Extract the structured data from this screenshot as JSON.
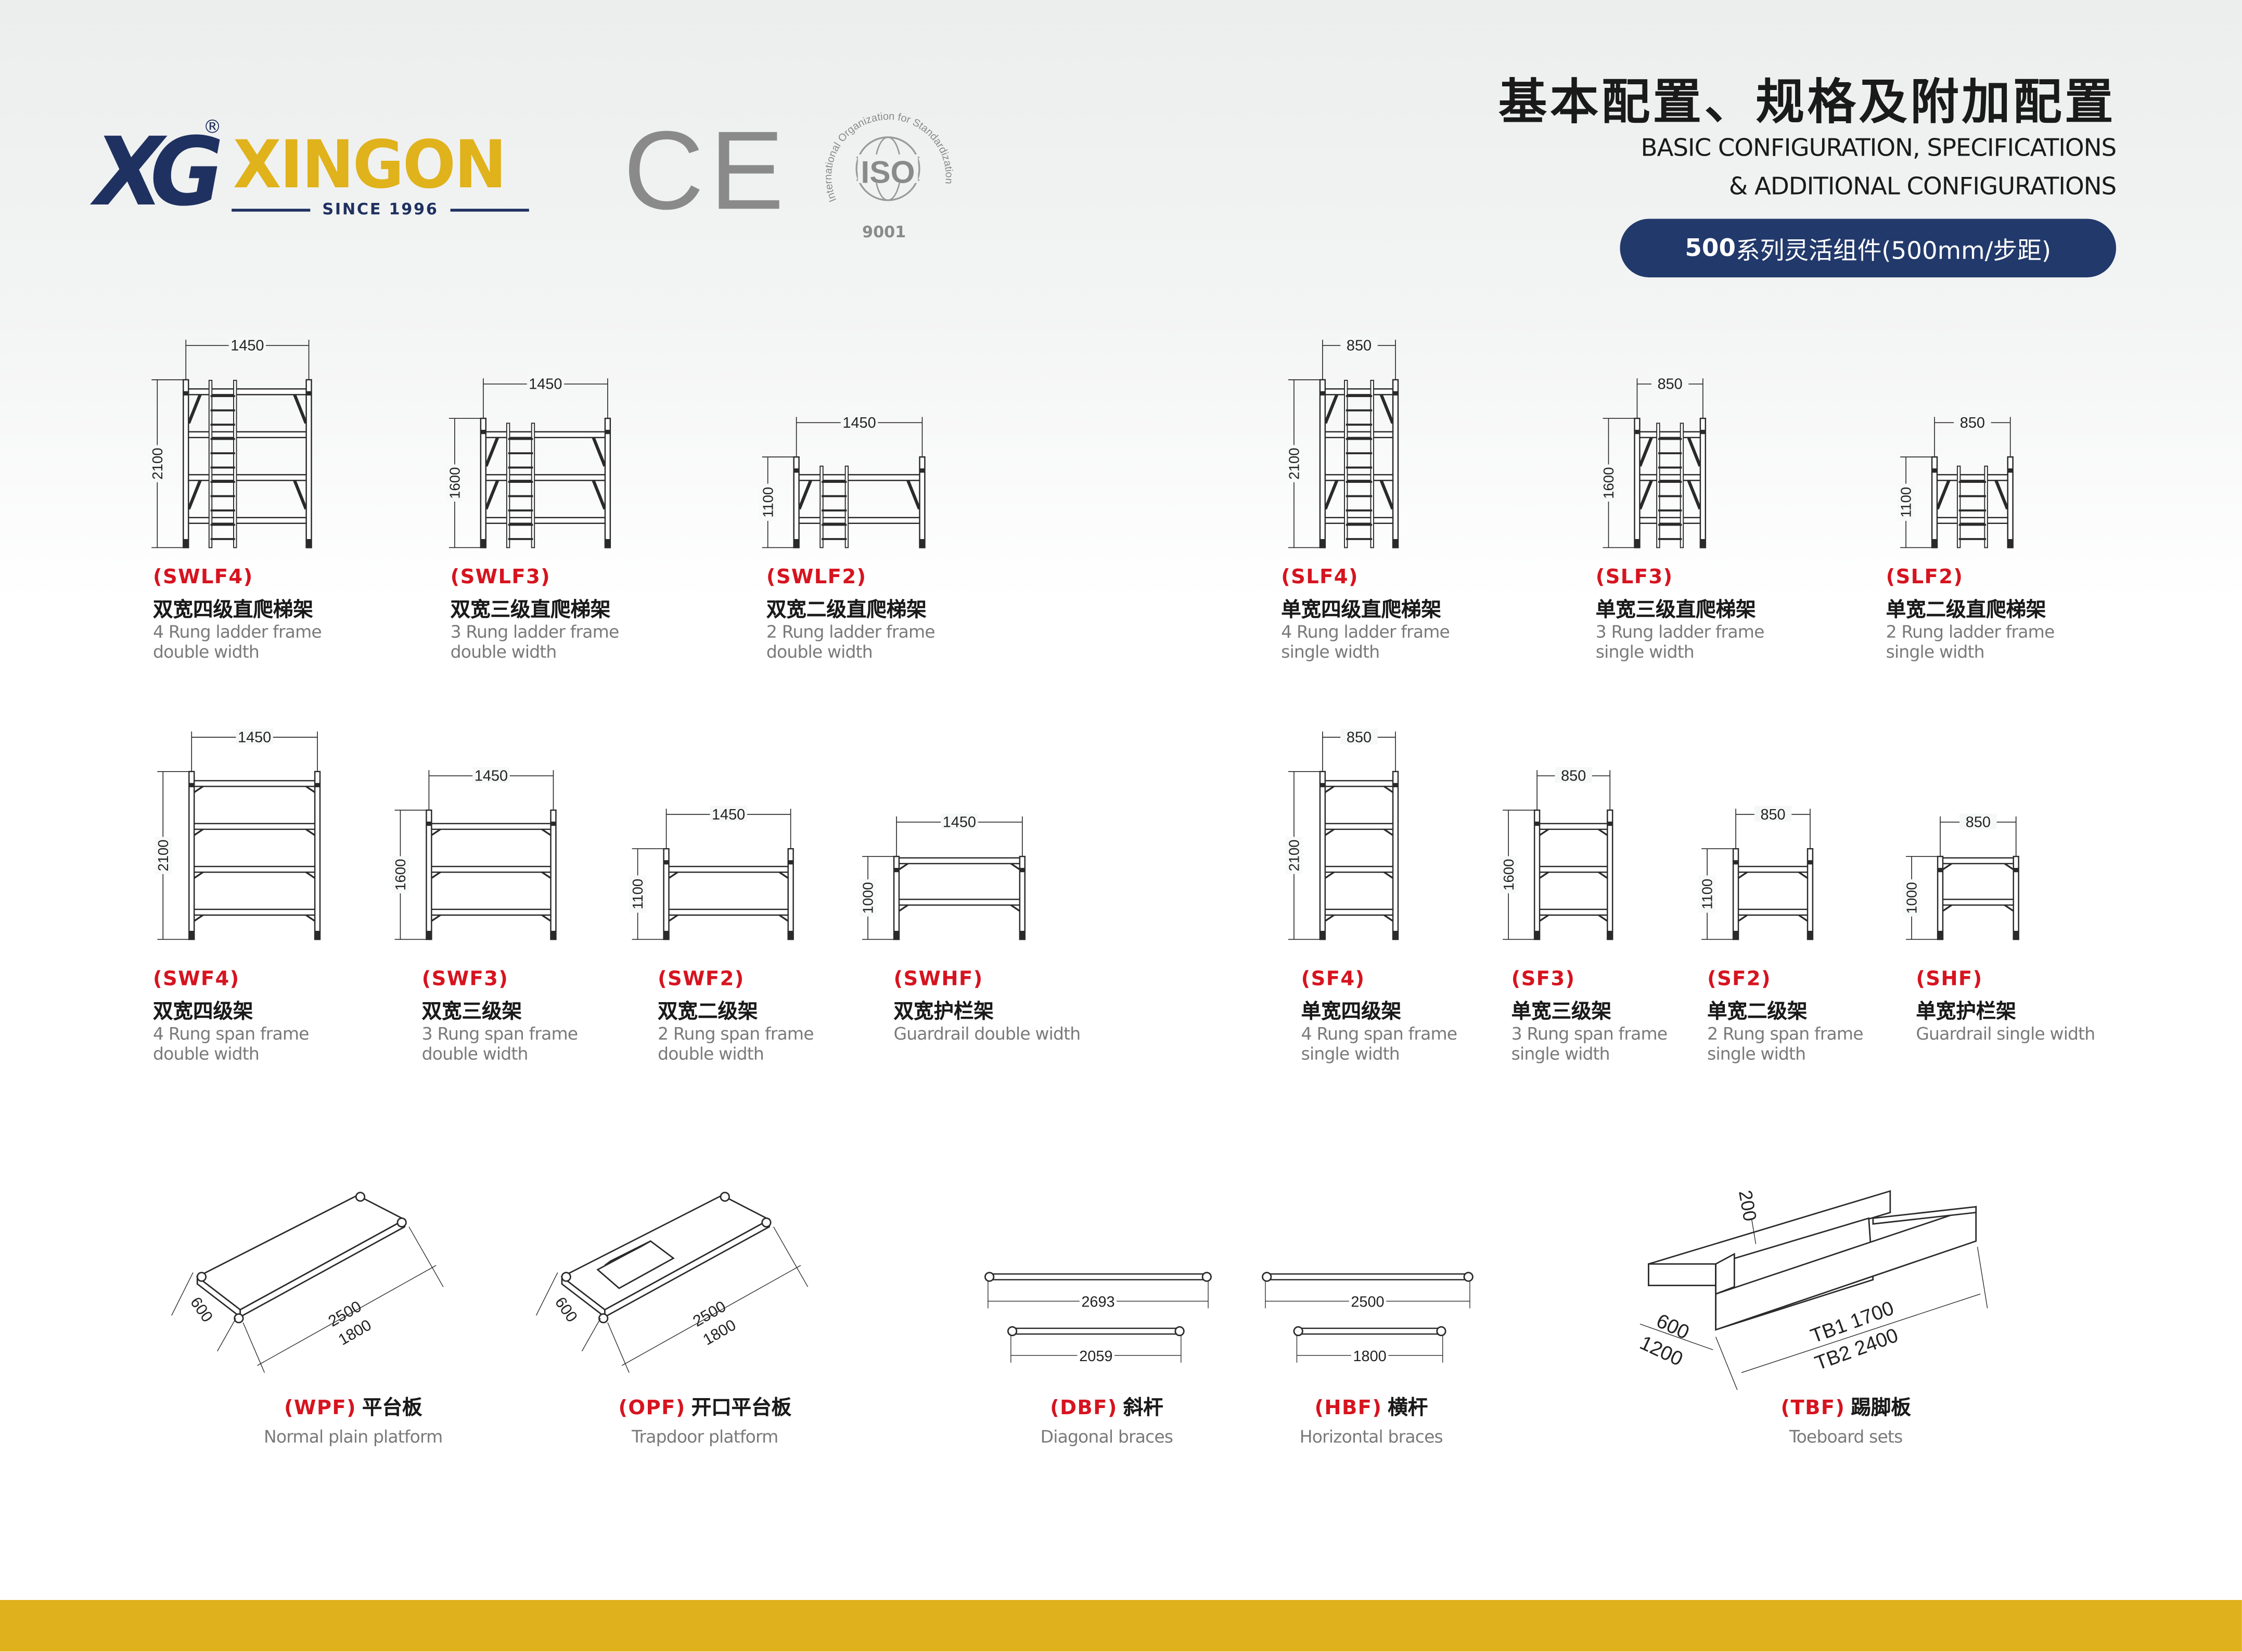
{
  "logo": {
    "mark": "XG",
    "registered": "®",
    "brand": "XINGON",
    "since": "SINCE 1996"
  },
  "certifications": {
    "ce": "CE",
    "iso": "ISO",
    "iso_ring": "International Organization for Standardization",
    "iso_number": "9001"
  },
  "header": {
    "title_cn": "基本配置、规格及附加配置",
    "title_en_line1": "BASIC CONFIGURATION, SPECIFICATIONS",
    "title_en_line2": "& ADDITIONAL CONFIGURATIONS",
    "series_badge_bold": "500",
    "series_badge_rest": "系列灵活组件(500mm/步距)"
  },
  "colors": {
    "brand_navy": "#1f3160",
    "brand_yellow": "#dfb11c",
    "code_red": "#d6141f",
    "badge_bg": "#22396b"
  },
  "ladder_frames": [
    {
      "code": "(SWLF4)",
      "name_cn": "双宽四级直爬梯架",
      "name_en_1": "4 Rung ladder frame",
      "name_en_2": "double width",
      "width_dim": "1450",
      "height_dim": "2100",
      "rungs": 4,
      "double": true
    },
    {
      "code": "(SWLF3)",
      "name_cn": "双宽三级直爬梯架",
      "name_en_1": "3 Rung ladder frame",
      "name_en_2": "double width",
      "width_dim": "1450",
      "height_dim": "1600",
      "rungs": 3,
      "double": true
    },
    {
      "code": "(SWLF2)",
      "name_cn": "双宽二级直爬梯架",
      "name_en_1": "2 Rung ladder frame",
      "name_en_2": "double width",
      "width_dim": "1450",
      "height_dim": "1100",
      "rungs": 2,
      "double": true
    },
    {
      "code": "(SLF4)",
      "name_cn": "单宽四级直爬梯架",
      "name_en_1": "4 Rung ladder frame",
      "name_en_2": "single width",
      "width_dim": "850",
      "height_dim": "2100",
      "rungs": 4,
      "double": false
    },
    {
      "code": "(SLF3)",
      "name_cn": "单宽三级直爬梯架",
      "name_en_1": "3 Rung ladder frame",
      "name_en_2": "single width",
      "width_dim": "850",
      "height_dim": "1600",
      "rungs": 3,
      "double": false
    },
    {
      "code": "(SLF2)",
      "name_cn": "单宽二级直爬梯架",
      "name_en_1": "2 Rung ladder frame",
      "name_en_2": "single width",
      "width_dim": "850",
      "height_dim": "1100",
      "rungs": 2,
      "double": false
    }
  ],
  "span_frames": [
    {
      "code": "(SWF4)",
      "name_cn": "双宽四级架",
      "name_en_1": "4 Rung span frame",
      "name_en_2": "double width",
      "width_dim": "1450",
      "height_dim": "2100",
      "rungs": 4,
      "guardrail": false
    },
    {
      "code": "(SWF3)",
      "name_cn": "双宽三级架",
      "name_en_1": "3 Rung span frame",
      "name_en_2": "double width",
      "width_dim": "1450",
      "height_dim": "1600",
      "rungs": 3,
      "guardrail": false
    },
    {
      "code": "(SWF2)",
      "name_cn": "双宽二级架",
      "name_en_1": "2 Rung span frame",
      "name_en_2": "double width",
      "width_dim": "1450",
      "height_dim": "1100",
      "rungs": 2,
      "guardrail": false
    },
    {
      "code": "(SWHF)",
      "name_cn": "双宽护栏架",
      "name_en_1": "Guardrail double width",
      "name_en_2": "",
      "width_dim": "1450",
      "height_dim": "1000",
      "rungs": 2,
      "guardrail": true
    },
    {
      "code": "(SF4)",
      "name_cn": "单宽四级架",
      "name_en_1": "4 Rung span frame",
      "name_en_2": "single width",
      "width_dim": "850",
      "height_dim": "2100",
      "rungs": 4,
      "guardrail": false
    },
    {
      "code": "(SF3)",
      "name_cn": "单宽三级架",
      "name_en_1": "3 Rung span frame",
      "name_en_2": "single width",
      "width_dim": "850",
      "height_dim": "1600",
      "rungs": 3,
      "guardrail": false
    },
    {
      "code": "(SF2)",
      "name_cn": "单宽二级架",
      "name_en_1": "2 Rung span frame",
      "name_en_2": "single width",
      "width_dim": "850",
      "height_dim": "1100",
      "rungs": 2,
      "guardrail": false
    },
    {
      "code": "(SHF)",
      "name_cn": "单宽护栏架",
      "name_en_1": "Guardrail single width",
      "name_en_2": "",
      "width_dim": "850",
      "height_dim": "1000",
      "rungs": 2,
      "guardrail": true
    }
  ],
  "accessories": [
    {
      "code": "(WPF)",
      "name_cn": "平台板",
      "name_en": "Normal plain platform",
      "dims": [
        "600",
        "2500",
        "1800"
      ]
    },
    {
      "code": "(OPF)",
      "name_cn": "开口平台板",
      "name_en": "Trapdoor platform",
      "dims": [
        "600",
        "2500",
        "1800"
      ]
    },
    {
      "code": "(DBF)",
      "name_cn": "斜杆",
      "name_en": "Diagonal braces",
      "dims": [
        "2693",
        "2059"
      ]
    },
    {
      "code": "(HBF)",
      "name_cn": "横杆",
      "name_en": "Horizontal braces",
      "dims": [
        "2500",
        "1800"
      ]
    },
    {
      "code": "(TBF)",
      "name_cn": "踢脚板",
      "name_en": "Toeboard sets",
      "dims": [
        "200",
        "600",
        "1200",
        "TB1  1700",
        "TB2  2400"
      ]
    }
  ]
}
